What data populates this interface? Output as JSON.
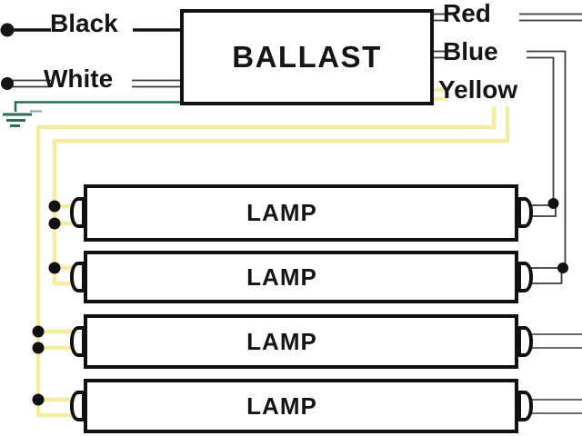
{
  "ballast": {
    "label": "BALLAST"
  },
  "wires": {
    "black": {
      "label": "Black"
    },
    "white": {
      "label": "White"
    },
    "red": {
      "label": "Red"
    },
    "blue": {
      "label": "Blue"
    },
    "yellow": {
      "label": "Yellow"
    }
  },
  "lamps": [
    {
      "label": "LAMP"
    },
    {
      "label": "LAMP"
    },
    {
      "label": "LAMP"
    },
    {
      "label": "LAMP"
    }
  ],
  "colors": {
    "wire_black": "#141414",
    "outline": "#3a3a3a",
    "double_gray": "#555555",
    "yellow": "#f4eda0",
    "green": "#2e6b50",
    "green_light": "#7fae91",
    "junction": "#111111"
  }
}
